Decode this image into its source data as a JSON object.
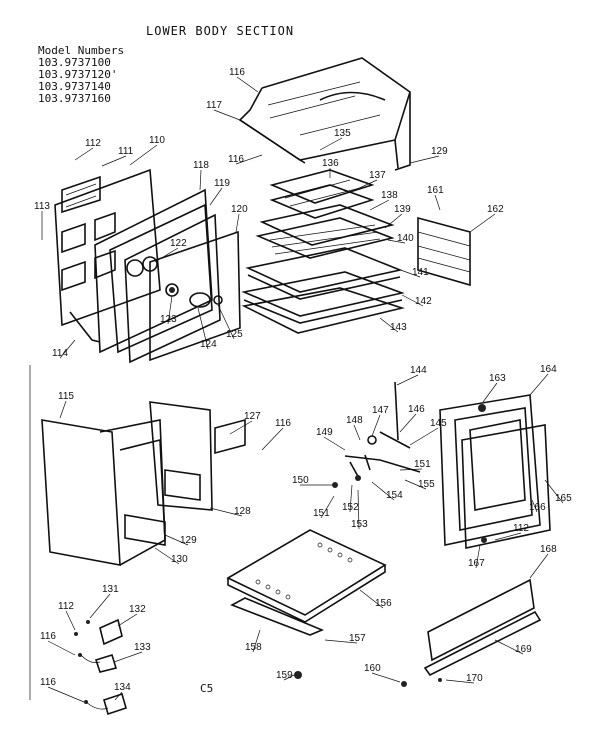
{
  "title": "LOWER BODY SECTION",
  "models_heading": "Model Numbers",
  "models": [
    "103.9737100",
    "103.9737120'",
    "103.9737140",
    "103.9737160"
  ],
  "diagram_code": "C5",
  "callouts": [
    "110",
    "111",
    "112",
    "113",
    "114",
    "115",
    "116",
    "117",
    "118",
    "119",
    "120",
    "122",
    "123",
    "124",
    "125",
    "127",
    "128",
    "129",
    "130",
    "131",
    "132",
    "133",
    "134",
    "135",
    "136",
    "137",
    "138",
    "139",
    "140",
    "141",
    "142",
    "143",
    "144",
    "145",
    "146",
    "147",
    "148",
    "149",
    "150",
    "151",
    "152",
    "153",
    "154",
    "155",
    "156",
    "157",
    "158",
    "159",
    "160",
    "161",
    "162",
    "163",
    "164",
    "165",
    "166",
    "167",
    "168",
    "169",
    "170"
  ]
}
